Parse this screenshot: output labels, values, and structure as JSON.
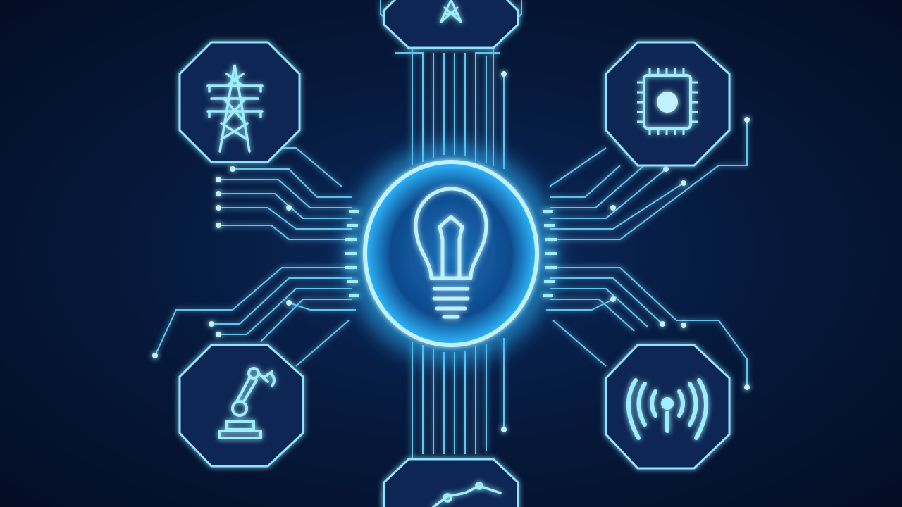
{
  "palette": {
    "background": "#061a3e",
    "glow": "#2fb8ff",
    "line": "#6fd6ff",
    "core": "#bff1ff",
    "icon": "#9feeff"
  },
  "center": {
    "icon": "lightbulb-icon"
  },
  "nodes": [
    {
      "id": "top",
      "icon": "transmission-tower-icon"
    },
    {
      "id": "top-left",
      "icon": "transmission-tower-icon"
    },
    {
      "id": "top-right",
      "icon": "cpu-chip-icon"
    },
    {
      "id": "bottom-left",
      "icon": "robotic-arm-icon"
    },
    {
      "id": "bottom-right",
      "icon": "wireless-signal-icon"
    },
    {
      "id": "bottom",
      "icon": "robotic-arm-icon"
    }
  ]
}
